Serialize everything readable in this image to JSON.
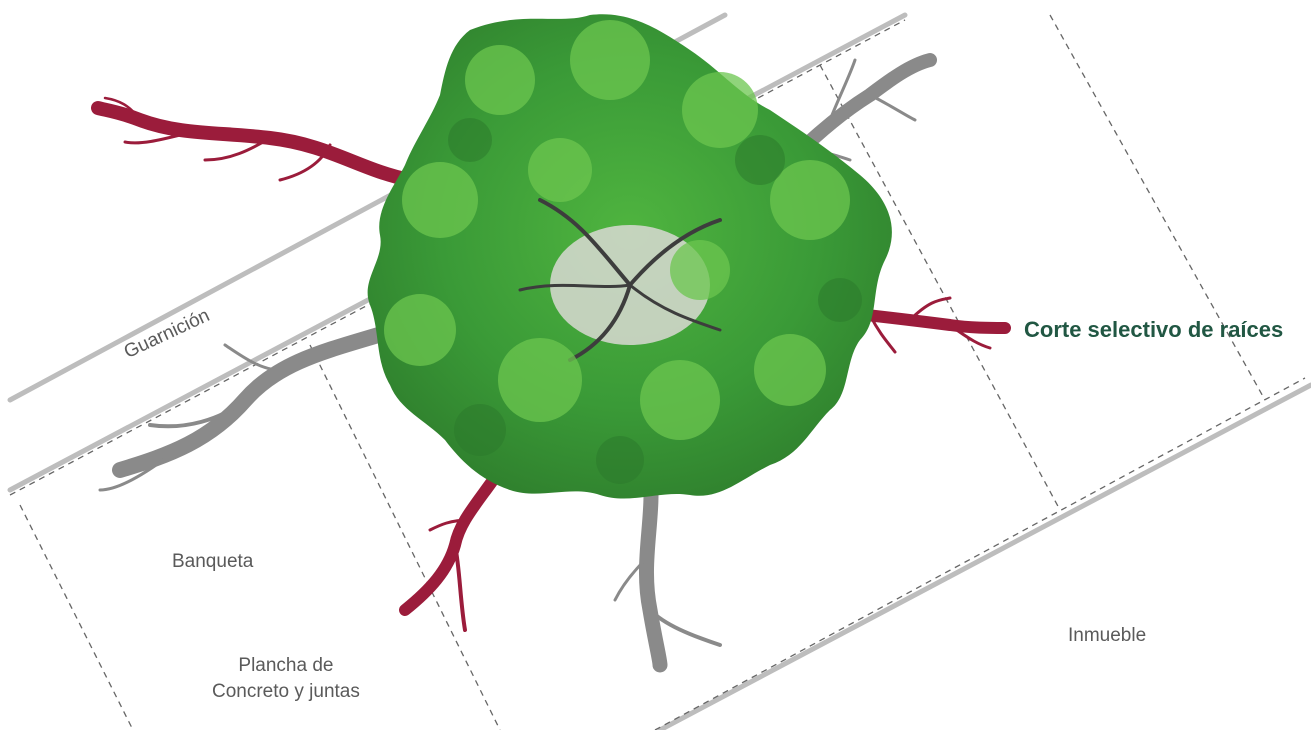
{
  "labels": {
    "guarnicion": "Guarnición",
    "banqueta": "Banqueta",
    "plancha_line1": "Plancha de",
    "plancha_line2": "Concreto y juntas",
    "inmueble": "Inmueble",
    "callout": "Corte selectivo de raíces"
  },
  "colors": {
    "callout_text": "#215743",
    "cut_roots": "#9b1c3b",
    "kept_roots": "#8a8a8a",
    "canopy": "#3f9f3a",
    "curb_lines": "#bdbdbd"
  },
  "icons": {
    "tree": "tree-canopy-top-view",
    "cut_roots": "red-cut-root",
    "kept_roots": "gray-root"
  }
}
